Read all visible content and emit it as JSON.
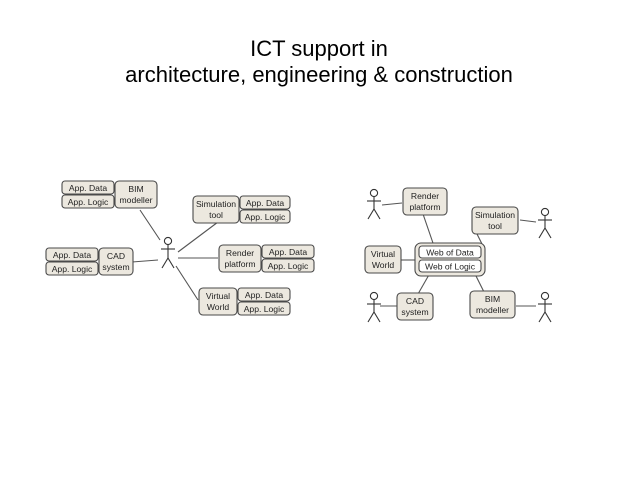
{
  "slide": {
    "title_line1": "ICT support in",
    "title_line2": "architecture, engineering & construction"
  },
  "labels": {
    "app_data": "App. Data",
    "app_logic": "App. Logic",
    "bim_1": "BIM",
    "bim_2": "modeller",
    "cad_1": "CAD",
    "cad_2": "system",
    "sim_1": "Simulation",
    "sim_2": "tool",
    "render_1": "Render",
    "render_2": "platform",
    "virtual_1": "Virtual",
    "virtual_2": "World",
    "web_of_data": "Web of Data",
    "web_of_logic": "Web of Logic"
  },
  "colors": {
    "box_fill": "#ece8df",
    "box_stroke": "#4a4a4a"
  }
}
